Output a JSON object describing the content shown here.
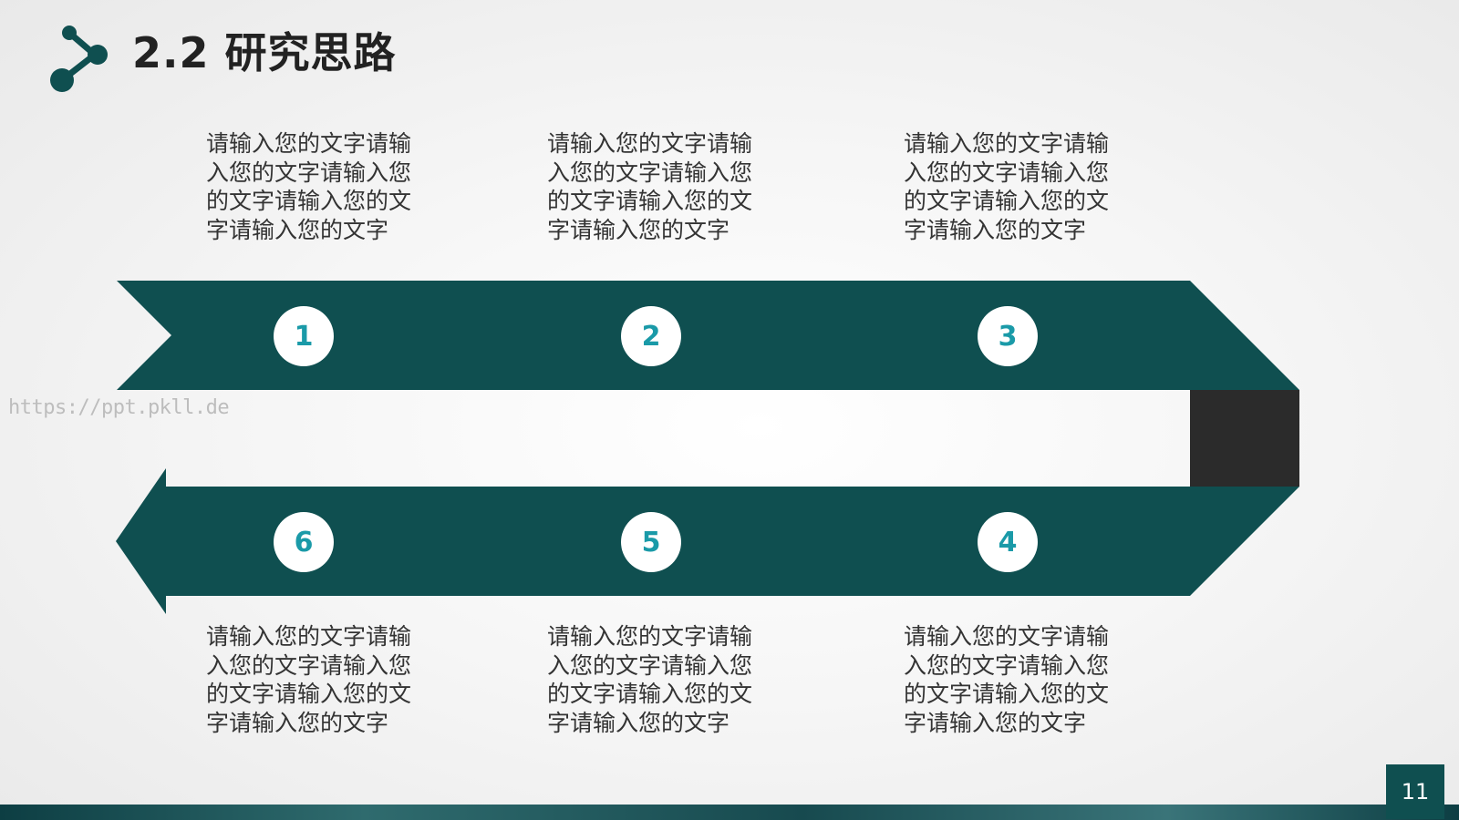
{
  "title": "2.2 研究思路",
  "colors": {
    "ribbon": "#0f4f50",
    "connector": "#2b2b2b",
    "circle_text": "#1a9aa8",
    "text": "#333333"
  },
  "steps": [
    {
      "number": "1",
      "text": "请输入您的文字请输入您的文字请输入您的文字请输入您的文字请输入您的文字"
    },
    {
      "number": "2",
      "text": "请输入您的文字请输入您的文字请输入您的文字请输入您的文字请输入您的文字"
    },
    {
      "number": "3",
      "text": "请输入您的文字请输入您的文字请输入您的文字请输入您的文字请输入您的文字"
    },
    {
      "number": "4",
      "text": "请输入您的文字请输入您的文字请输入您的文字请输入您的文字请输入您的文字"
    },
    {
      "number": "5",
      "text": "请输入您的文字请输入您的文字请输入您的文字请输入您的文字请输入您的文字"
    },
    {
      "number": "6",
      "text": "请输入您的文字请输入您的文字请输入您的文字请输入您的文字请输入您的文字"
    }
  ],
  "watermark": "https://ppt.pkll.de",
  "page_number": "11"
}
